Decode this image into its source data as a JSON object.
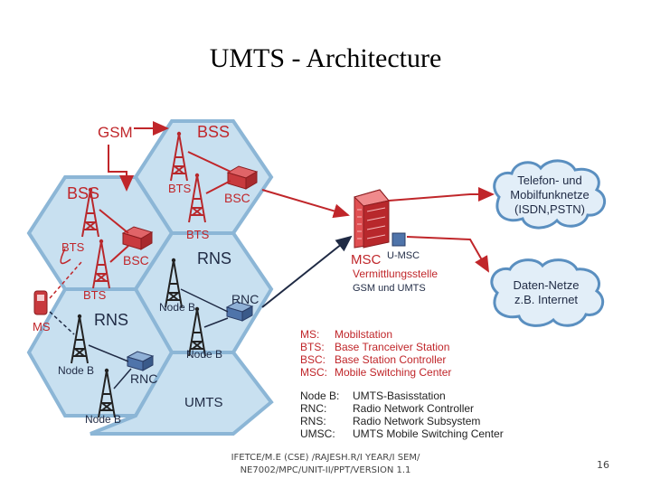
{
  "title": "UMTS - Architecture",
  "footer": {
    "line1": "IFETCE/M.E (CSE) /RAJESH.R/I YEAR/I SEM/",
    "line2": "NE7002/MPC/UNIT-II/PPT/VERSION 1.1",
    "page": "16"
  },
  "diagram": {
    "gsm": "GSM",
    "bss_top": "BSS",
    "bss_left": "BSS",
    "bts_top": "BTS",
    "bsc_top": "BSC",
    "bts_mid": "BTS",
    "bts_left": "BTS",
    "bsc_left": "BSC",
    "bts_low": "BTS",
    "rns_top": "RNS",
    "rns_left": "RNS",
    "rnc_top": "RNC",
    "rnc_bottom": "RNC",
    "nodeb_1": "Node B",
    "nodeb_2": "Node B",
    "nodeb_3": "Node B",
    "nodeb_4": "Node B",
    "umts": "UMTS",
    "ms": "MS",
    "msc": "MSC",
    "umsc": "U-MSC",
    "switch_line1": "Vermittlungsstelle",
    "switch_line2": "GSM und UMTS",
    "cloud1": [
      "Telefon- und",
      "Mobilfunknetze",
      "(ISDN,PSTN)"
    ],
    "cloud2": [
      "Daten-Netze",
      "z.B. Internet"
    ]
  },
  "legend": [
    {
      "abbr": "MS:",
      "text": "Mobilstation"
    },
    {
      "abbr": "BTS:",
      "text": "Base Tranceiver Station"
    },
    {
      "abbr": "BSC:",
      "text": "Base Station Controller"
    },
    {
      "abbr": "MSC:",
      "text": "Mobile Switching Center"
    }
  ],
  "legend2": [
    {
      "abbr": "Node B:",
      "text": "UMTS-Basisstation"
    },
    {
      "abbr": "RNC:",
      "text": "Radio Network Controller"
    },
    {
      "abbr": "RNS:",
      "text": "Radio Network Subsystem"
    },
    {
      "abbr": "UMSC:",
      "text": "UMTS Mobile Switching Center"
    }
  ],
  "colors": {
    "gsm_red": "#c0262a",
    "umts_navy": "#1f2a44",
    "hex_fill": "#c8e0f0",
    "hex_stroke": "#8cb6d6",
    "cloud_fill": "#e2eef8",
    "cloud_stroke": "#5a8fc0"
  }
}
